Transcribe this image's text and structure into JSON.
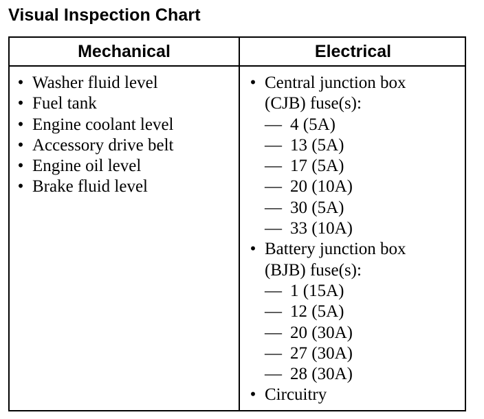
{
  "page": {
    "title": "Visual Inspection Chart"
  },
  "table": {
    "headers": {
      "mechanical": "Mechanical",
      "electrical": "Electrical"
    },
    "bullet_glyph": "•",
    "dash_glyph": "—",
    "mechanical_items": [
      "Washer fluid level",
      "Fuel tank",
      "Engine coolant level",
      "Accessory drive belt",
      "Engine oil level",
      "Brake fluid level"
    ],
    "electrical": {
      "cjb": {
        "label_line1": "Central junction box",
        "label_line2": "(CJB) fuse(s):",
        "fuses": [
          "4 (5A)",
          "13 (5A)",
          "17 (5A)",
          "20 (10A)",
          "30 (5A)",
          "33 (10A)"
        ]
      },
      "bjb": {
        "label_line1": "Battery junction box",
        "label_line2": "(BJB) fuse(s):",
        "fuses": [
          "1 (15A)",
          "12 (5A)",
          "20 (30A)",
          "27 (30A)",
          "28 (30A)"
        ]
      },
      "circuitry": "Circuitry"
    }
  }
}
